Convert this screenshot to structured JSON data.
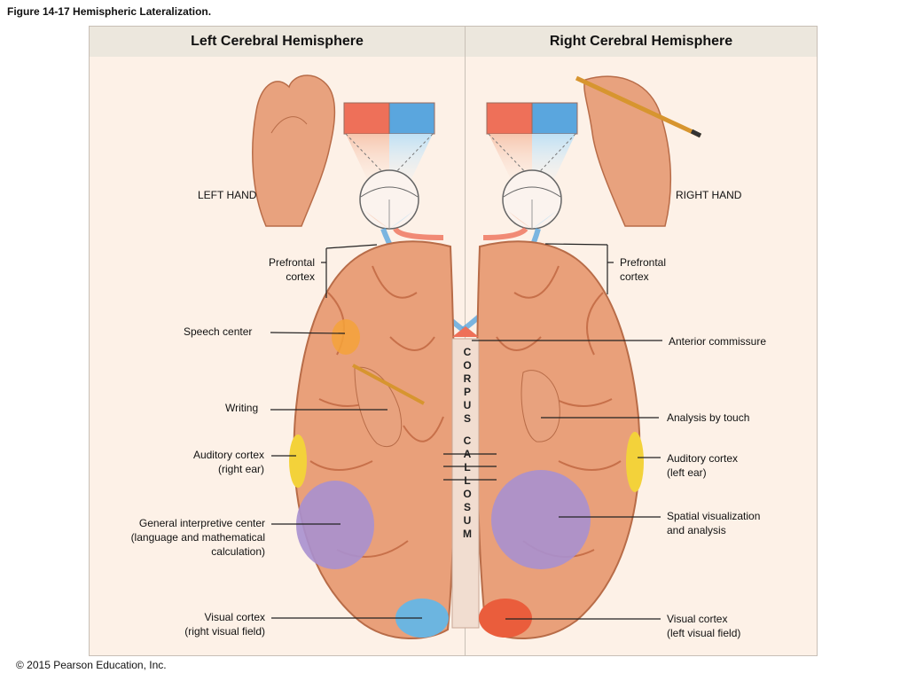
{
  "figure_title": "Figure 14-17 Hemispheric Lateralization.",
  "copyright": "© 2015 Pearson Education, Inc.",
  "headers": {
    "left": "Left Cerebral Hemisphere",
    "right": "Right Cerebral Hemisphere"
  },
  "center_label_chars": [
    "C",
    "O",
    "R",
    "P",
    "U",
    "S",
    "C",
    "A",
    "L",
    "L",
    "O",
    "S",
    "U",
    "M"
  ],
  "labels": {
    "left_hand": "LEFT HAND",
    "right_hand": "RIGHT HAND",
    "prefrontal_left_line1": "Prefrontal",
    "prefrontal_left_line2": "cortex",
    "prefrontal_right_line1": "Prefrontal",
    "prefrontal_right_line2": "cortex",
    "speech_center": "Speech center",
    "anterior_commissure": "Anterior commissure",
    "writing": "Writing",
    "analysis_by_touch": "Analysis by touch",
    "auditory_left_line1": "Auditory cortex",
    "auditory_left_line2": "(right ear)",
    "auditory_right_line1": "Auditory cortex",
    "auditory_right_line2": "(left ear)",
    "general_line1": "General interpretive center",
    "general_line2": "(language and mathematical",
    "general_line3": "calculation)",
    "spatial_line1": "Spatial visualization",
    "spatial_line2": "and analysis",
    "visual_left_line1": "Visual cortex",
    "visual_left_line2": "(right visual field)",
    "visual_right_line1": "Visual cortex",
    "visual_right_line2": "(left visual field)"
  },
  "colors": {
    "brain": "#e9a07a",
    "brain_dark": "#c7704a",
    "visual_field_red": "#ee7059",
    "visual_field_blue": "#5aa6de",
    "speech": "#f4a23a",
    "auditory": "#f3d23a",
    "interpretive": "#a890cf",
    "visual_cortex_blue": "#6cb5e0",
    "visual_cortex_red": "#ea5d3c"
  }
}
